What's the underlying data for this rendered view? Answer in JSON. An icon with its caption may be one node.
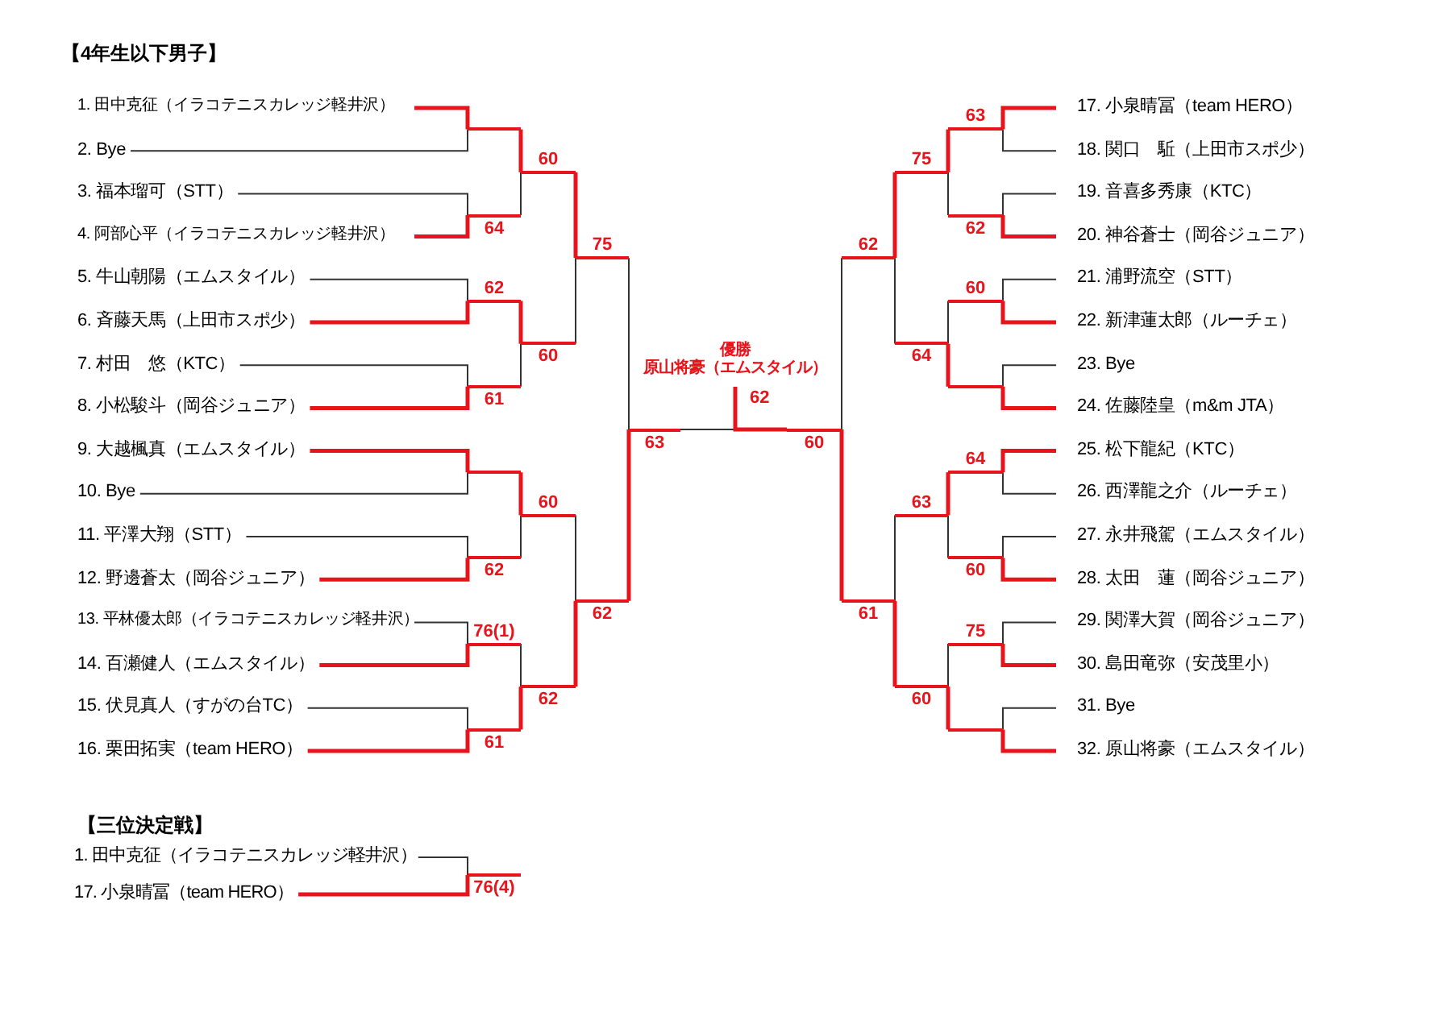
{
  "diagram": {
    "title": "【4年生以下男子】",
    "nodes": [
      {
        "text": [
          "1. 田中克征（イラコテニスカレッジ軽井沢）"
        ]
      },
      {
        "text": [
          "2. Bye"
        ]
      },
      {
        "text": [
          "3. 福本瑠可（STT）"
        ]
      },
      {
        "text": [
          "4. 阿部心平（イラコテニスカレッジ軽井沢）"
        ]
      },
      {
        "text": [
          "5. 牛山朝陽（エムスタイル）"
        ]
      },
      {
        "text": [
          "6. 斉藤天馬（上田市スポ少）"
        ]
      },
      {
        "text": [
          "7. 村田　悠（KTC）"
        ]
      },
      {
        "text": [
          "8. 小松駿斗（岡谷ジュニア）"
        ]
      },
      {
        "text": [
          "9. 大越楓真（エムスタイル）"
        ]
      },
      {
        "text": [
          "10. Bye"
        ]
      },
      {
        "text": [
          "11. 平澤大翔（STT）"
        ]
      },
      {
        "text": [
          "12. 野邊蒼太（岡谷ジュニア）"
        ]
      },
      {
        "text": [
          "13. 平林優太郎（イラコテニスカレッジ軽井沢）"
        ]
      },
      {
        "text": [
          "14. 百瀬健人（エムスタイル）"
        ]
      },
      {
        "text": [
          "15. 伏見真人（すがの台TC）"
        ]
      },
      {
        "text": [
          "16. 栗田拓実（team HERO）"
        ]
      },
      {
        "text": [
          "17. 小泉晴冨（team HERO）"
        ]
      },
      {
        "text": [
          "18. 関口　駈（上田市スポ少）"
        ]
      },
      {
        "text": [
          "19. 音喜多秀康（KTC）"
        ]
      },
      {
        "text": [
          "20. 神谷蒼士（岡谷ジュニア）"
        ]
      },
      {
        "text": [
          "21. 浦野流空（STT）"
        ]
      },
      {
        "text": [
          "22. 新津蓮太郎（ルーチェ）"
        ]
      },
      {
        "text": [
          "23. Bye"
        ]
      },
      {
        "text": [
          "24. 佐藤陸皇（m&m JTA）"
        ]
      },
      {
        "text": [
          "25. 松下龍紀（KTC）"
        ]
      },
      {
        "text": [
          "26. 西澤龍之介（ルーチェ）"
        ]
      },
      {
        "text": [
          "27. 永井飛駕（エムスタイル）"
        ]
      },
      {
        "text": [
          "28. 太田　蓮（岡谷ジュニア）"
        ]
      },
      {
        "text": [
          "29. 関澤大賀（岡谷ジュニア）"
        ]
      },
      {
        "text": [
          "30. 島田竜弥（安茂里小）"
        ]
      },
      {
        "text": [
          "31. Bye"
        ]
      },
      {
        "text": [
          "32. 原山将豪（エムスタイル）"
        ]
      },
      {
        "text": [],
        "shape": "line"
      },
      {
        "text": [
          "64"
        ]
      },
      {
        "text": [
          "62"
        ]
      },
      {
        "text": [
          "61"
        ]
      },
      {
        "text": [],
        "shape": "line"
      },
      {
        "text": [
          "62"
        ]
      },
      {
        "text": [
          "76(1)"
        ]
      },
      {
        "text": [
          "61"
        ]
      },
      {
        "text": [
          "60"
        ]
      },
      {
        "text": [
          "60"
        ]
      },
      {
        "text": [
          "60"
        ]
      },
      {
        "text": [
          "62"
        ]
      },
      {
        "text": [
          "75"
        ]
      },
      {
        "text": [
          "62"
        ]
      },
      {
        "text": [
          "63"
        ]
      },
      {
        "text": [
          "63"
        ]
      },
      {
        "text": [
          "62"
        ]
      },
      {
        "text": [
          "60"
        ]
      },
      {
        "text": [],
        "shape": "line"
      },
      {
        "text": [
          "64"
        ]
      },
      {
        "text": [
          "60"
        ]
      },
      {
        "text": [
          "75"
        ]
      },
      {
        "text": [],
        "shape": "line"
      },
      {
        "text": [
          "75"
        ]
      },
      {
        "text": [
          "64"
        ]
      },
      {
        "text": [
          "63"
        ]
      },
      {
        "text": [
          "60"
        ]
      },
      {
        "text": [
          "62"
        ]
      },
      {
        "text": [
          "61"
        ]
      },
      {
        "text": [
          "60"
        ]
      },
      {
        "text": [
          "優勝",
          "原山将豪（エムスタイル）"
        ],
        "beside": [
          "62"
        ]
      },
      {
        "text": [
          "1. 田中克征（イラコテニスカレッジ軽井沢）"
        ]
      },
      {
        "text": [
          "17. 小泉晴冨（team HERO）"
        ]
      },
      {
        "text": [
          "76(4)"
        ]
      }
    ],
    "edges": [
      {
        "from": 0,
        "to": 32,
        "arrow": "none",
        "style": "thick",
        "color": "#e8141b"
      },
      {
        "from": 1,
        "to": 32,
        "arrow": "none",
        "color": "#333333"
      },
      {
        "from": 2,
        "to": 33,
        "arrow": "none",
        "color": "#333333"
      },
      {
        "from": 3,
        "to": 33,
        "arrow": "none",
        "style": "thick",
        "color": "#e8141b"
      },
      {
        "from": 4,
        "to": 34,
        "arrow": "none",
        "color": "#333333"
      },
      {
        "from": 5,
        "to": 34,
        "arrow": "none",
        "style": "thick",
        "color": "#e8141b"
      },
      {
        "from": 6,
        "to": 35,
        "arrow": "none",
        "color": "#333333"
      },
      {
        "from": 7,
        "to": 35,
        "arrow": "none",
        "style": "thick",
        "color": "#e8141b"
      },
      {
        "from": 8,
        "to": 36,
        "arrow": "none",
        "style": "thick",
        "color": "#e8141b"
      },
      {
        "from": 9,
        "to": 36,
        "arrow": "none",
        "color": "#333333"
      },
      {
        "from": 10,
        "to": 37,
        "arrow": "none",
        "color": "#333333"
      },
      {
        "from": 11,
        "to": 37,
        "arrow": "none",
        "style": "thick",
        "color": "#e8141b"
      },
      {
        "from": 12,
        "to": 38,
        "arrow": "none",
        "color": "#333333"
      },
      {
        "from": 13,
        "to": 38,
        "arrow": "none",
        "style": "thick",
        "color": "#e8141b"
      },
      {
        "from": 14,
        "to": 39,
        "arrow": "none",
        "color": "#333333"
      },
      {
        "from": 15,
        "to": 39,
        "arrow": "none",
        "style": "thick",
        "color": "#e8141b"
      },
      {
        "from": 32,
        "to": 40,
        "arrow": "none",
        "style": "thick",
        "color": "#e8141b"
      },
      {
        "from": 33,
        "to": 40,
        "arrow": "none",
        "color": "#333333"
      },
      {
        "from": 34,
        "to": 41,
        "arrow": "none",
        "style": "thick",
        "color": "#e8141b"
      },
      {
        "from": 35,
        "to": 41,
        "arrow": "none",
        "color": "#333333"
      },
      {
        "from": 36,
        "to": 42,
        "arrow": "none",
        "style": "thick",
        "color": "#e8141b"
      },
      {
        "from": 37,
        "to": 42,
        "arrow": "none",
        "color": "#333333"
      },
      {
        "from": 38,
        "to": 43,
        "arrow": "none",
        "color": "#333333"
      },
      {
        "from": 39,
        "to": 43,
        "arrow": "none",
        "style": "thick",
        "color": "#e8141b"
      },
      {
        "from": 40,
        "to": 44,
        "arrow": "none",
        "style": "thick",
        "color": "#e8141b"
      },
      {
        "from": 41,
        "to": 44,
        "arrow": "none",
        "color": "#333333"
      },
      {
        "from": 42,
        "to": 45,
        "arrow": "none",
        "color": "#333333"
      },
      {
        "from": 43,
        "to": 45,
        "arrow": "none",
        "style": "thick",
        "color": "#e8141b"
      },
      {
        "from": 44,
        "to": 46,
        "arrow": "none",
        "color": "#333333"
      },
      {
        "from": 45,
        "to": 46,
        "arrow": "none",
        "style": "thick",
        "color": "#e8141b"
      },
      {
        "from": 16,
        "to": 47,
        "arrow": "none",
        "style": "thick",
        "color": "#e8141b"
      },
      {
        "from": 17,
        "to": 47,
        "arrow": "none",
        "color": "#333333"
      },
      {
        "from": 18,
        "to": 48,
        "arrow": "none",
        "color": "#333333"
      },
      {
        "from": 19,
        "to": 48,
        "arrow": "none",
        "style": "thick",
        "color": "#e8141b"
      },
      {
        "from": 20,
        "to": 49,
        "arrow": "none",
        "color": "#333333"
      },
      {
        "from": 21,
        "to": 49,
        "arrow": "none",
        "style": "thick",
        "color": "#e8141b"
      },
      {
        "from": 22,
        "to": 50,
        "arrow": "none",
        "color": "#333333"
      },
      {
        "from": 23,
        "to": 50,
        "arrow": "none",
        "style": "thick",
        "color": "#e8141b"
      },
      {
        "from": 24,
        "to": 51,
        "arrow": "none",
        "style": "thick",
        "color": "#e8141b"
      },
      {
        "from": 25,
        "to": 51,
        "arrow": "none",
        "color": "#333333"
      },
      {
        "from": 26,
        "to": 52,
        "arrow": "none",
        "color": "#333333"
      },
      {
        "from": 27,
        "to": 52,
        "arrow": "none",
        "style": "thick",
        "color": "#e8141b"
      },
      {
        "from": 28,
        "to": 53,
        "arrow": "none",
        "color": "#333333"
      },
      {
        "from": 29,
        "to": 53,
        "arrow": "none",
        "style": "thick",
        "color": "#e8141b"
      },
      {
        "from": 30,
        "to": 54,
        "arrow": "none",
        "color": "#333333"
      },
      {
        "from": 31,
        "to": 54,
        "arrow": "none",
        "style": "thick",
        "color": "#e8141b"
      },
      {
        "from": 47,
        "to": 55,
        "arrow": "none",
        "style": "thick",
        "color": "#e8141b"
      },
      {
        "from": 48,
        "to": 55,
        "arrow": "none",
        "color": "#333333"
      },
      {
        "from": 49,
        "to": 56,
        "arrow": "none",
        "color": "#333333"
      },
      {
        "from": 50,
        "to": 56,
        "arrow": "none",
        "style": "thick",
        "color": "#e8141b"
      },
      {
        "from": 51,
        "to": 57,
        "arrow": "none",
        "style": "thick",
        "color": "#e8141b"
      },
      {
        "from": 52,
        "to": 57,
        "arrow": "none",
        "color": "#333333"
      },
      {
        "from": 53,
        "to": 58,
        "arrow": "none",
        "color": "#333333"
      },
      {
        "from": 54,
        "to": 58,
        "arrow": "none",
        "style": "thick",
        "color": "#e8141b"
      },
      {
        "from": 55,
        "to": 59,
        "arrow": "none",
        "style": "thick",
        "color": "#e8141b"
      },
      {
        "from": 56,
        "to": 59,
        "arrow": "none",
        "color": "#333333"
      },
      {
        "from": 57,
        "to": 60,
        "arrow": "none",
        "color": "#333333"
      },
      {
        "from": 58,
        "to": 60,
        "arrow": "none",
        "style": "thick",
        "color": "#e8141b"
      },
      {
        "from": 59,
        "to": 61,
        "arrow": "none",
        "color": "#333333"
      },
      {
        "from": 60,
        "to": 61,
        "arrow": "none",
        "style": "thick",
        "color": "#e8141b"
      },
      {
        "from": 46,
        "to": 62,
        "arrow": "none",
        "color": "#333333"
      },
      {
        "from": 61,
        "to": 62,
        "arrow": "none",
        "style": "thick",
        "color": "#e8141b"
      },
      {
        "from": 63,
        "to": 65,
        "arrow": "none",
        "color": "#333333"
      },
      {
        "from": 64,
        "to": 65,
        "arrow": "none",
        "style": "thick",
        "color": "#e8141b"
      }
    ],
    "labels": [
      "【三位決定戦】"
    ]
  }
}
